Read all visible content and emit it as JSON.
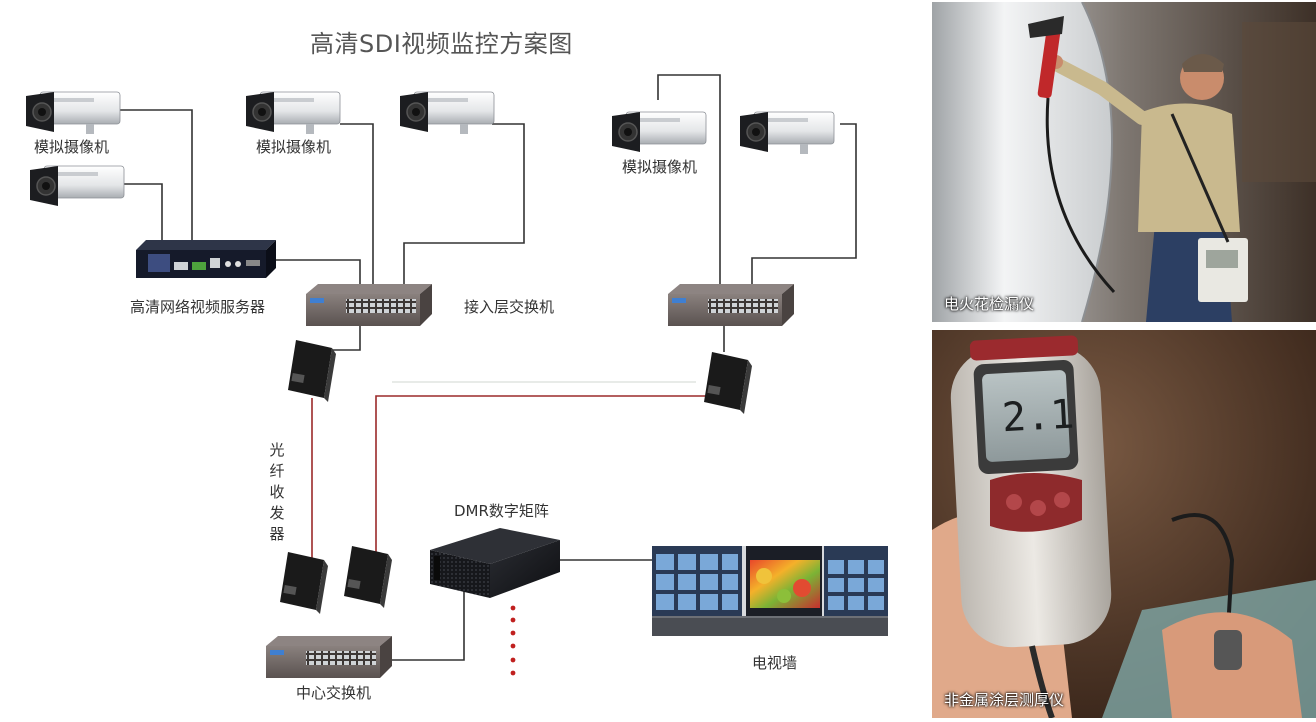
{
  "title": "高清SDI视频监控方案图",
  "labels": {
    "camera_1": "模拟摄像机",
    "camera_2": "模拟摄像机",
    "camera_3": "模拟摄像机",
    "server": "高清网络视频服务器",
    "access_switch": "接入层交换机",
    "fiber": "光纤收发器",
    "dmr": "DMR数字矩阵",
    "core_switch": "中心交换机",
    "tv_wall": "电视墙"
  },
  "photos": {
    "top_caption": "电火花检漏仪",
    "bottom_caption": "非金属涂层测厚仪",
    "gauge_reading": "2.1"
  },
  "colors": {
    "line": "#333333",
    "fiber_line": "#9b2a2a",
    "switch_body": "#6d6462",
    "tv_frame": "#2a3a55"
  }
}
